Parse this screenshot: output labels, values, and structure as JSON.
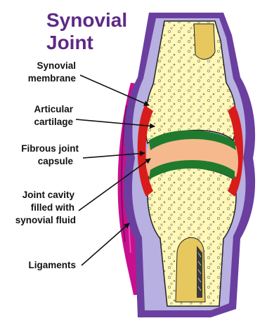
{
  "title": {
    "line1": "Synovial",
    "line2": "Joint"
  },
  "labels": {
    "synovial_membrane": [
      "Synovial",
      "membrane"
    ],
    "articular_cartilage": [
      "Articular",
      "cartilage"
    ],
    "fibrous_capsule": [
      "Fibrous joint",
      "capsule"
    ],
    "joint_cavity": [
      "Joint cavity",
      "filled with",
      "synovial fluid"
    ],
    "ligaments": [
      "Ligaments"
    ]
  },
  "colors": {
    "title": "#5e2a84",
    "bone": "#fff8b8",
    "outer_purple": "#6a3fa0",
    "periosteum_lavender": "#b7b0e0",
    "ligament_magenta": "#c8108f",
    "cartilage_green": "#1f7a2e",
    "membrane_red": "#d81b1b",
    "fluid_peach": "#f6b98e"
  }
}
